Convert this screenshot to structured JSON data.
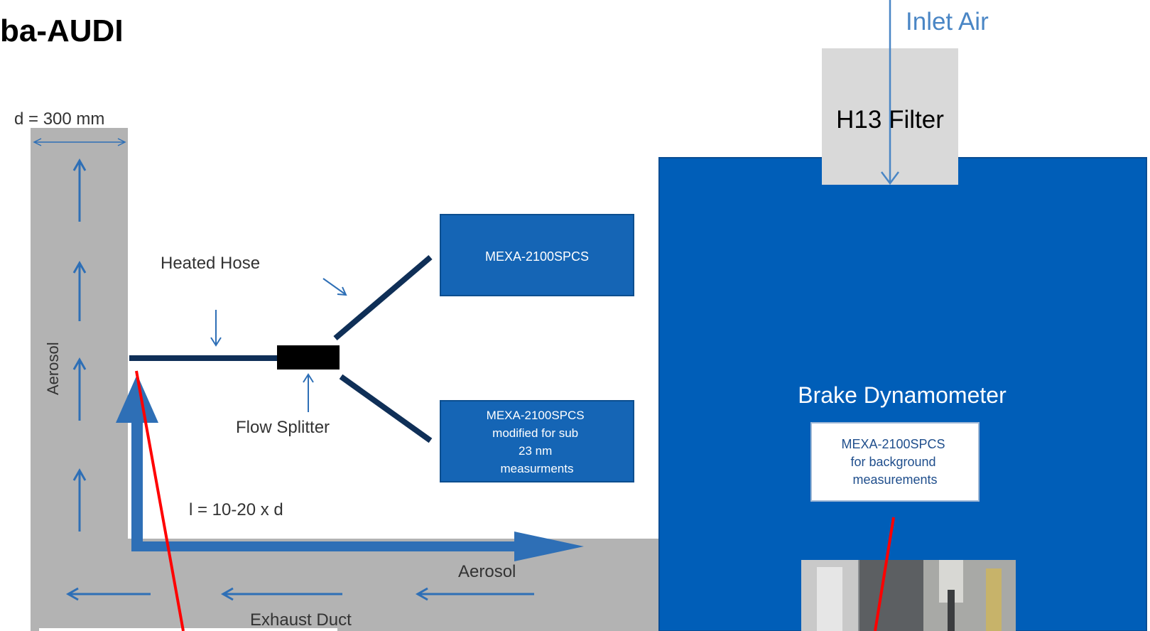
{
  "slide": {
    "title": "ba-AUDI"
  },
  "labels": {
    "duct_diameter": "d = 300 mm",
    "aerosol_vertical": "Aerosol",
    "heated_hose": "Heated Hose",
    "flow_splitter": "Flow Splitter",
    "length": "l = 10-20 x d",
    "aerosol_horizontal": "Aerosol",
    "exhaust_duct": "Exhaust Duct",
    "inlet_air": "Inlet Air",
    "filter": "H13 Filter",
    "dynamometer": "Brake Dynamometer"
  },
  "instruments": {
    "mexa_top": "MEXA-2100SPCS",
    "mexa_modified_lines": [
      "MEXA-2100SPCS",
      "modified for sub",
      "23 nm",
      "measurments"
    ],
    "mexa_background_lines": [
      "MEXA-2100SPCS",
      "for background",
      "measurements"
    ]
  },
  "colors": {
    "duct_gray": "#b3b3b3",
    "filter_gray": "#d9d9d9",
    "hose_navy": "#0f2f57",
    "instrument_blue": "#1565b5",
    "dyno_blue": "#005eb8",
    "arrow_blue": "#2e6fb6",
    "inlet_text_blue": "#4a86c5",
    "pointer_red": "#ff0000"
  }
}
